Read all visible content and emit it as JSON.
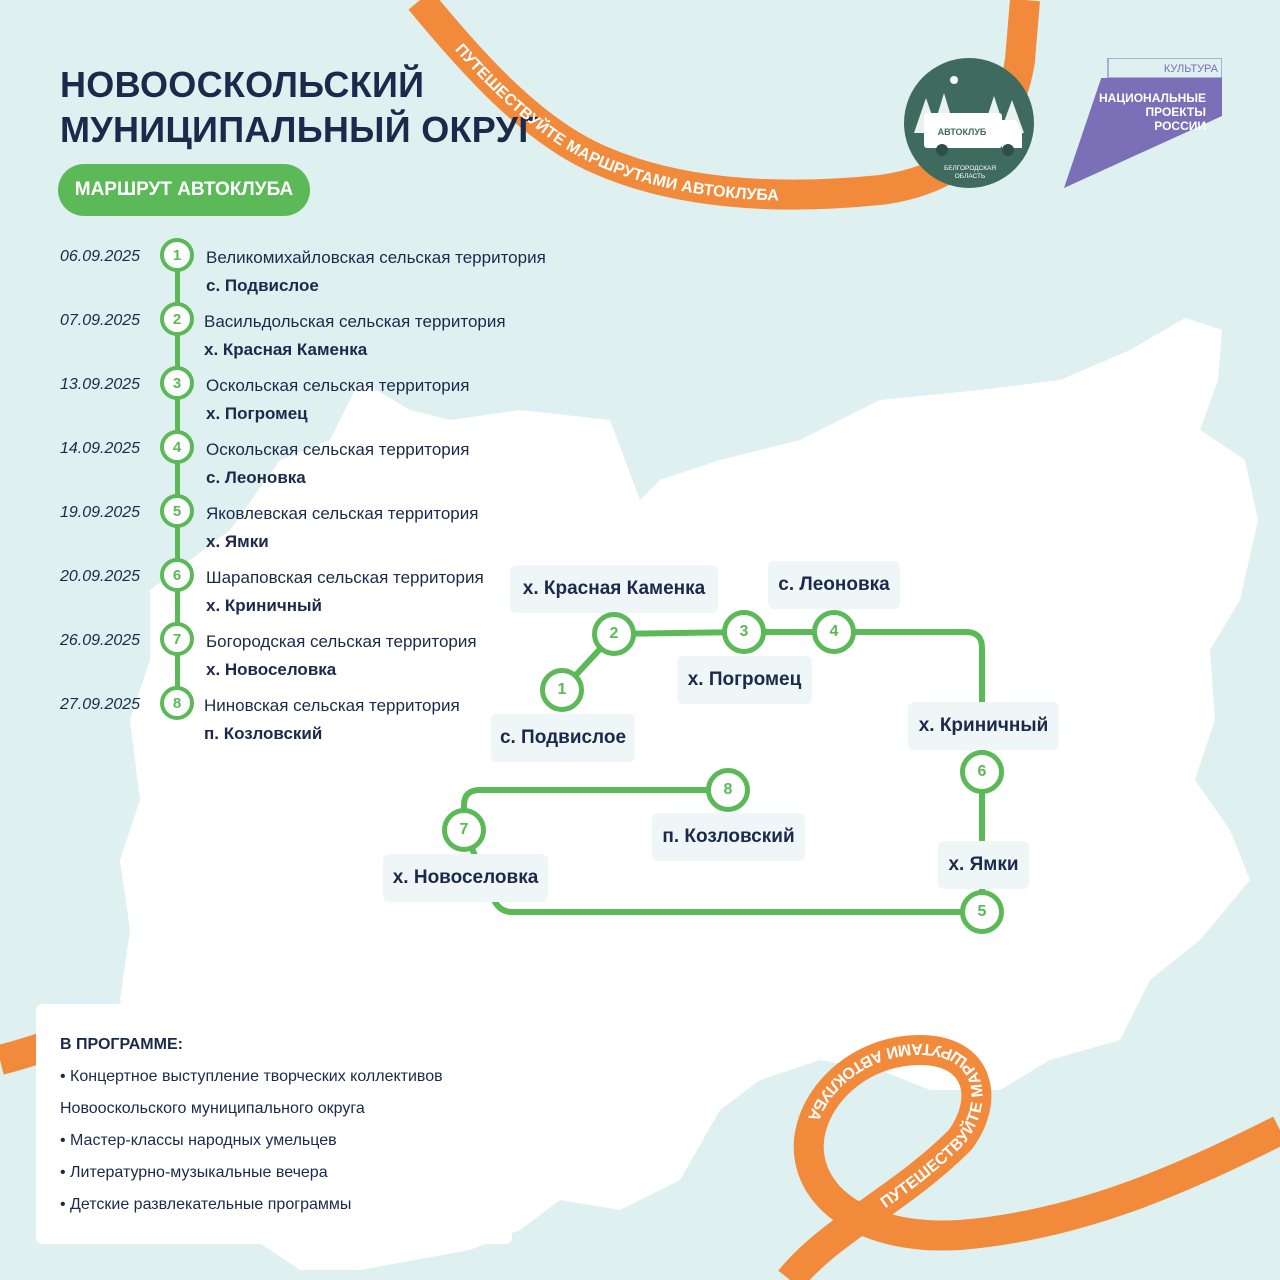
{
  "title": {
    "line1": "НОВООСКОЛЬСКИЙ",
    "line2": "МУНИЦИПАЛЬНЫЙ ОКРУГ"
  },
  "badge": "МАРШРУТ АВТОКЛУБА",
  "ribbon_text": "ПУТЕШЕСТВУЙТЕ МАРШРУТАМИ АВТОКЛУБА",
  "logo": {
    "name": "АВТОКЛУБ",
    "region_line1": "БЕЛГОРОДСКАЯ",
    "region_line2": "ОБЛАСТЬ"
  },
  "culture_logo": {
    "top": "КУЛЬТУРА",
    "line1": "НАЦИОНАЛЬНЫЕ",
    "line2": "ПРОЕКТЫ",
    "line3": "РОССИИ"
  },
  "schedule": [
    {
      "date": "06.09.2025",
      "num": "1",
      "territory": "Великомихайловская сельская территория",
      "village": "с. Подвислое"
    },
    {
      "date": "07.09.2025",
      "num": "2",
      "territory": "Васильдольская сельская территория",
      "village": "х. Красная Каменка"
    },
    {
      "date": "13.09.2025",
      "num": "3",
      "territory": "Оскольская сельская территория",
      "village": "х. Погромец"
    },
    {
      "date": "14.09.2025",
      "num": "4",
      "territory": "Оскольская сельская территория",
      "village": "с. Леоновка"
    },
    {
      "date": "19.09.2025",
      "num": "5",
      "territory": "Яковлевская сельская территория",
      "village": "х. Ямки"
    },
    {
      "date": "20.09.2025",
      "num": "6",
      "territory": "Шараповская сельская территория",
      "village": "х. Криничный"
    },
    {
      "date": "26.09.2025",
      "num": "7",
      "territory": "Богородская сельская территория",
      "village": "х. Новоселовка"
    },
    {
      "date": "27.09.2025",
      "num": "8",
      "territory": "Ниновская сельская территория",
      "village": "п. Козловский"
    }
  ],
  "map_labels": {
    "n1": "с. Подвислое",
    "n2": "х. Красная Каменка",
    "n3": "х. Погромец",
    "n4": "с. Леоновка",
    "n5": "х. Ямки",
    "n6": "х. Криничный",
    "n7": "х. Новоселовка",
    "n8": "п. Козловский"
  },
  "program": {
    "heading": "В ПРОГРАММЕ:",
    "items": [
      "• Концертное выступление творческих коллективов",
      "Новооскольского муниципального округа",
      "• Мастер-классы народных умельцев",
      "• Литературно-музыкальные вечера",
      "• Детские развлекательные программы"
    ]
  },
  "colors": {
    "background": "#dff0f1",
    "accent_green": "#5bb957",
    "ribbon_orange": "#f28a3c",
    "text_navy": "#1b2a4a",
    "culture_purple": "#7b6fb8"
  }
}
